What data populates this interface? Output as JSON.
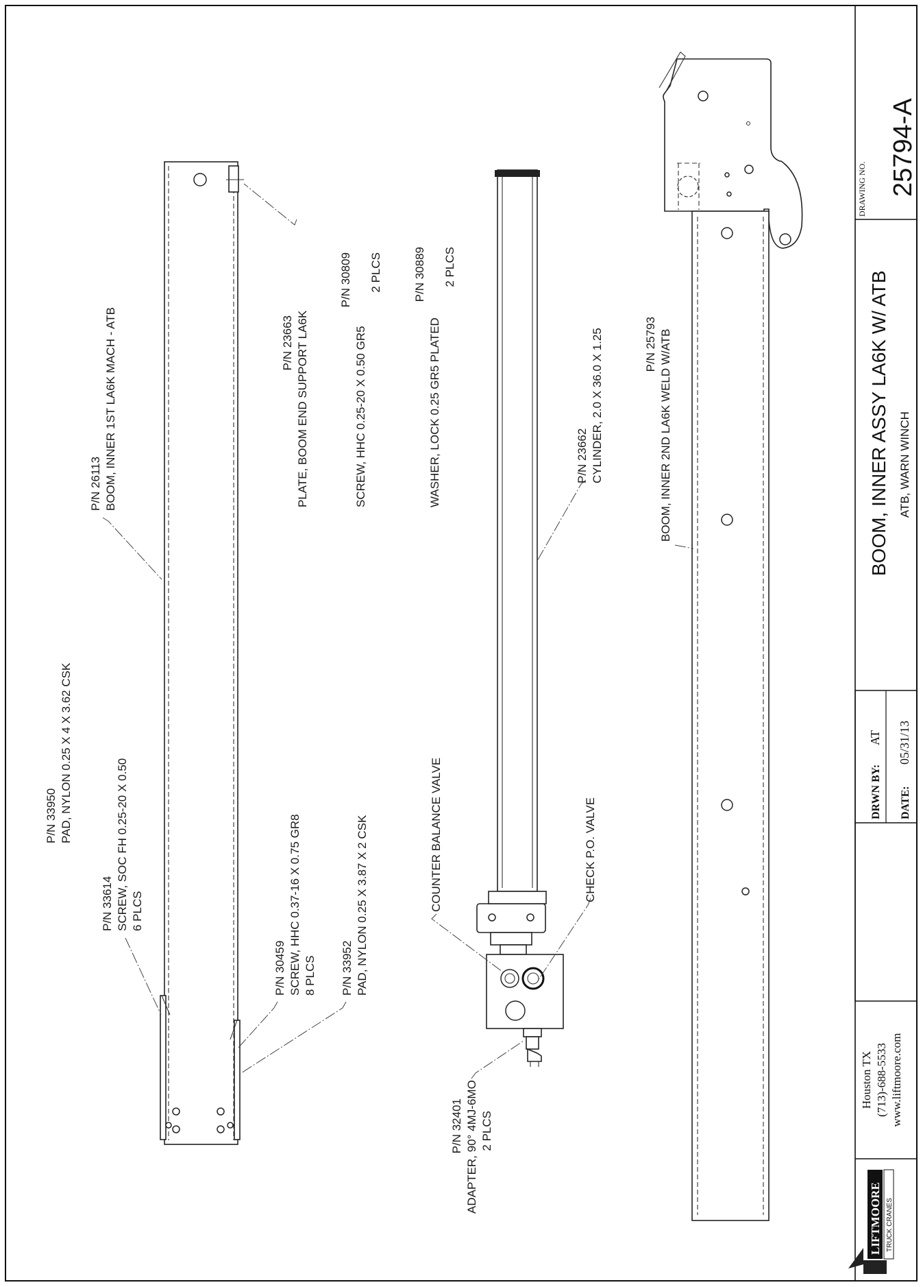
{
  "title_block": {
    "company_address": [
      "Houston TX",
      "(713)-688-5533",
      "www.liftmoore.com"
    ],
    "drawn_by_label": "DRWN BY:",
    "drawn_by": "AT",
    "date_label": "DATE:",
    "date": "05/31/13",
    "title": "BOOM, INNER ASSY LA6K W/ ATB",
    "subtitle": "ATB, WARN WINCH",
    "drawing_no_label": "DRAWING NO.",
    "drawing_no": "25794-A",
    "logo": {
      "line1": "LIFTMOORE",
      "line2": "TRUCK CRANES"
    }
  },
  "labels": {
    "p33950": [
      "P/N 33950",
      "PAD, NYLON 0.25 X 4 X 3.62 CSK"
    ],
    "p33614": [
      "P/N 33614",
      "SCREW, SOC FH 0.25-20 X 0.50",
      "6 PLCS"
    ],
    "p30459": [
      "P/N 30459",
      "SCREW, HHC 0.37-16 X 0.75 GR8",
      "8 PLCS"
    ],
    "p33952": [
      "P/N 33952",
      "PAD, NYLON 0.25 X 3.87 X 2 CSK"
    ],
    "p26113": [
      "P/N 26113",
      "BOOM, INNER 1ST LA6K MACH - ATB"
    ],
    "p23663": [
      "P/N 23663",
      "PLATE, BOOM END SUPPORT LA6K"
    ],
    "p30809": [
      "P/N 30809",
      "SCREW, HHC 0.25-20 X 0.50 GR5",
      "2 PLCS"
    ],
    "p30889": [
      "P/N 30889",
      "WASHER, LOCK 0.25 GR5 PLATED",
      "2 PLCS"
    ],
    "counter_balance": "COUNTER BALANCE VALVE",
    "check_po": "CHECK P.O. VALVE",
    "p23662": [
      "P/N 23662",
      "CYLINDER, 2.0 X 36.0 X 1.25"
    ],
    "p32401": [
      "P/N 32401",
      "ADAPTER, 90° 4MJ-6MO",
      "2 PLCS"
    ],
    "p25793": [
      "P/N 25793",
      "BOOM, INNER 2ND LA6K WELD W/ATB"
    ]
  }
}
